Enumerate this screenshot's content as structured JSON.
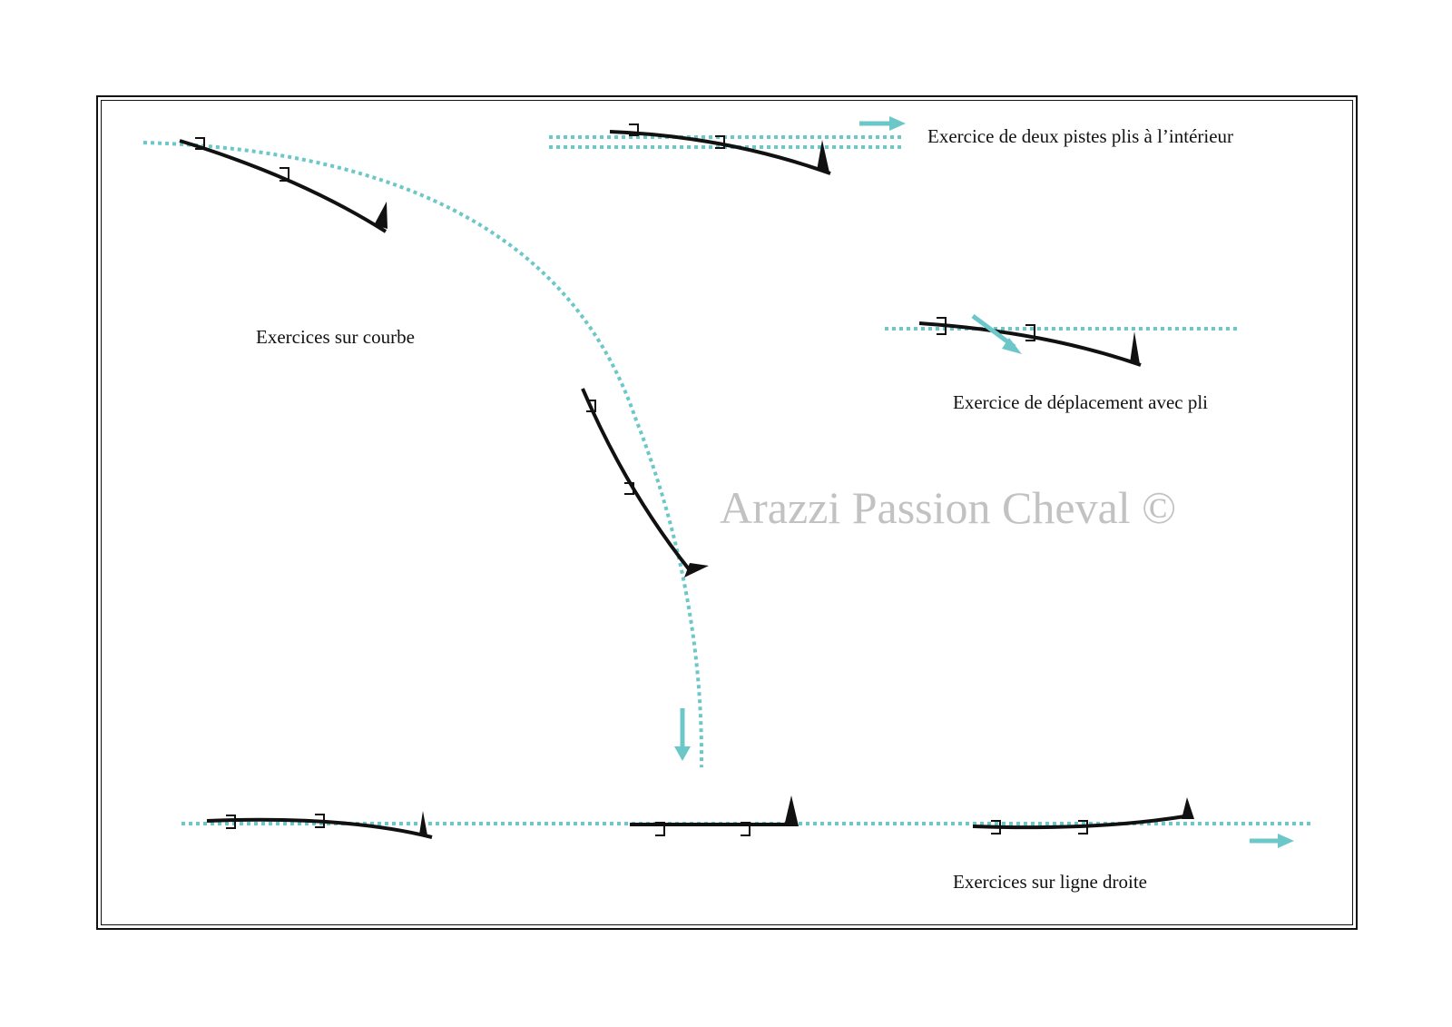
{
  "labels": {
    "curve": "Exercices sur courbe",
    "two_tracks": "Exercice de deux pistes plis à l’intérieur",
    "displacement": "Exercice de déplacement avec pli",
    "straight_line": "Exercices sur ligne droite"
  },
  "watermark": "Arazzi Passion Cheval ©",
  "colors": {
    "track": "#6cc7c9",
    "spine": "#111111",
    "frame": "#111111",
    "watermark": "#c2c2c2"
  }
}
